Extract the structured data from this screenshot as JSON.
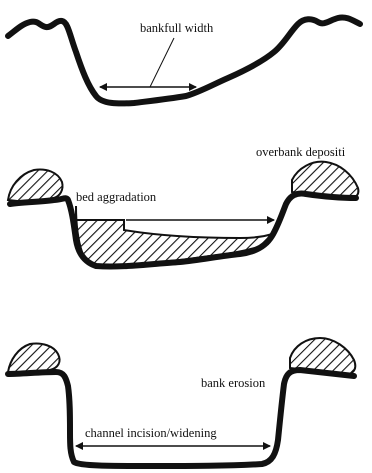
{
  "diagram": {
    "panels": [
      {
        "id": "top",
        "labels": {
          "width": "bankfull width"
        }
      },
      {
        "id": "middle",
        "labels": {
          "overbank": "overbank depositi",
          "bed": "bed aggradation"
        }
      },
      {
        "id": "bottom",
        "labels": {
          "erosion": "bank erosion",
          "incision": "channel incision/widening"
        }
      }
    ],
    "colors": {
      "ink": "#111111",
      "background": "#ffffff"
    }
  }
}
